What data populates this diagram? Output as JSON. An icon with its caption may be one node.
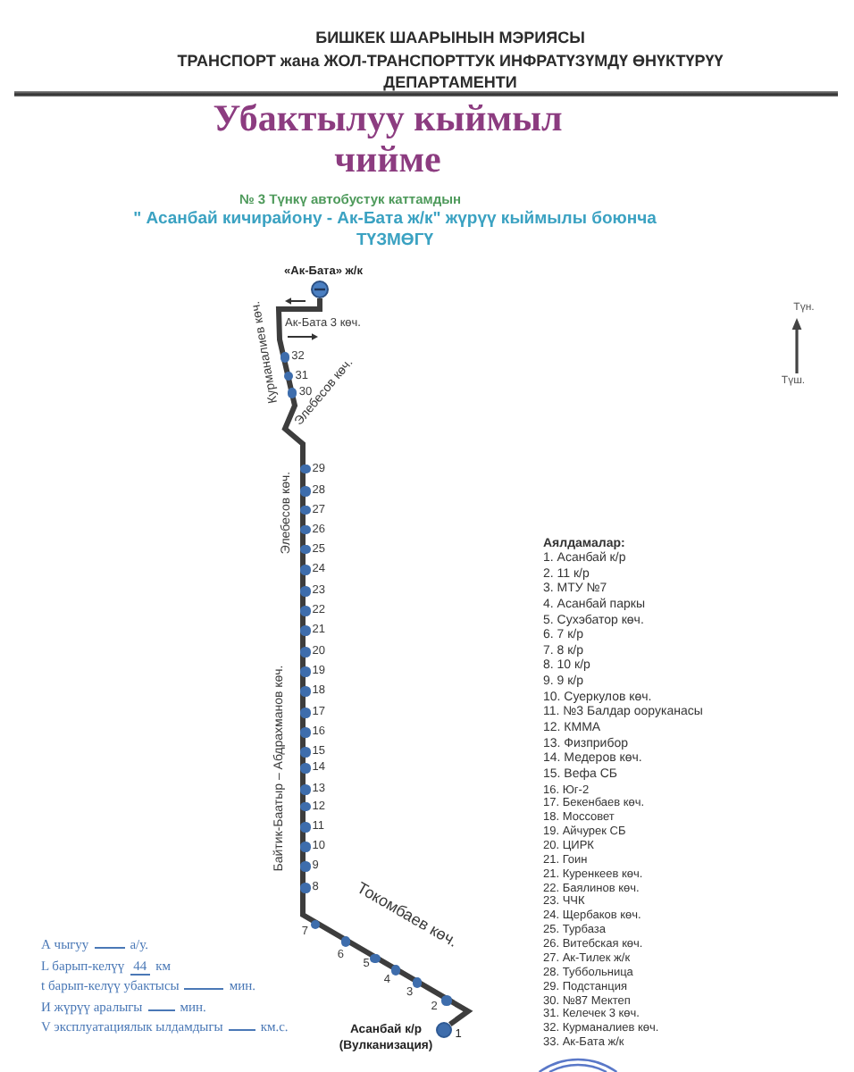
{
  "diagram": {
    "title": "Убактылуу кыймыл чийме",
    "nodes": [
      {
        "text": [],
        "shape": "circle",
        "beside": [
          "«Ак-Бата» ж/к"
        ]
      },
      {
        "text": [],
        "shape": "circle",
        "beside": [
          "Асанбай к/р (Вулканизация)",
          "1"
        ]
      }
    ],
    "edges": [
      {
        "from": 1,
        "to": 0,
        "arrow": "none"
      }
    ],
    "labels": [
      "БИШКЕК ШААРЫНЫН МЭРИЯСЫ",
      "ТРАНСПОРТ жана ЖОЛ-ТРАНСПОРТТУК ИНФРАТҮЗҮМДҮ ӨНҮКТҮРҮҮ ДЕПАРТАМЕНТИ",
      "№ 3 Түнкү автобустук каттамдын",
      "\" Асанбай кичирайону - Ак-Бата ж/к\" жүрүү кыймылы боюнча ТҮЗМӨГҮ",
      "Ак-Бата 3 көч.",
      "Курманалиев көч.",
      "Элебесов көч.",
      "Түн.",
      "Түш.",
      "32",
      "31",
      "30",
      "29",
      "28",
      "27",
      "26",
      "25",
      "24",
      "23",
      "22",
      "21",
      "20",
      "19",
      "18",
      "17",
      "16",
      "15",
      "14",
      "13",
      "12",
      "11",
      "10",
      "9",
      "8",
      "7",
      "6",
      "5",
      "4",
      "3",
      "2",
      "Элебесов көч.",
      "Байтик-Баатыр – Абдрахманов көч.",
      "Токомбаев көч.",
      "Аялдамалар:",
      "1. Асанбай к/р",
      "2. 11 к/р",
      "3. МТУ №7",
      "4. Асанбай паркы",
      "5. Сухэбатор көч.",
      "6. 7 к/р",
      "7. 8 к/р",
      "8. 10 к/р",
      "9. 9 к/р",
      "10. Суеркулов көч.",
      "11. №3 Балдар ооруканасы",
      "12. КММА",
      "13. Физприбор",
      "14. Медеров көч.",
      "15. Вефа СБ",
      "16. Юг-2",
      "17. Бекенбаев көч.",
      "18. Моссовет",
      "19. Айчурек СБ",
      "20. ЦИРК",
      "21. Гоин",
      "21. Куренкеев көч.",
      "22. Баялинов көч.",
      "23. ЧЧК",
      "24. Щербаков көч.",
      "25. Турбаза",
      "26. Витебская көч.",
      "27. Ак-Тилек ж/к",
      "28. Туббольница",
      "29. Подстанция",
      "30. №87 Мектеп",
      "31. Келечек 3 көч.",
      "32. Курманалиев көч.",
      "33. Ак-Бата ж/к",
      "А чыгуу",
      "а/у.",
      "L барып-келүү",
      "44",
      "км",
      "t барып-келүү убактысы",
      "мин.",
      "И жүрүү аралыгы",
      "мин.",
      "V эксплуатациялык ылдамдыгы",
      "км.с."
    ]
  }
}
